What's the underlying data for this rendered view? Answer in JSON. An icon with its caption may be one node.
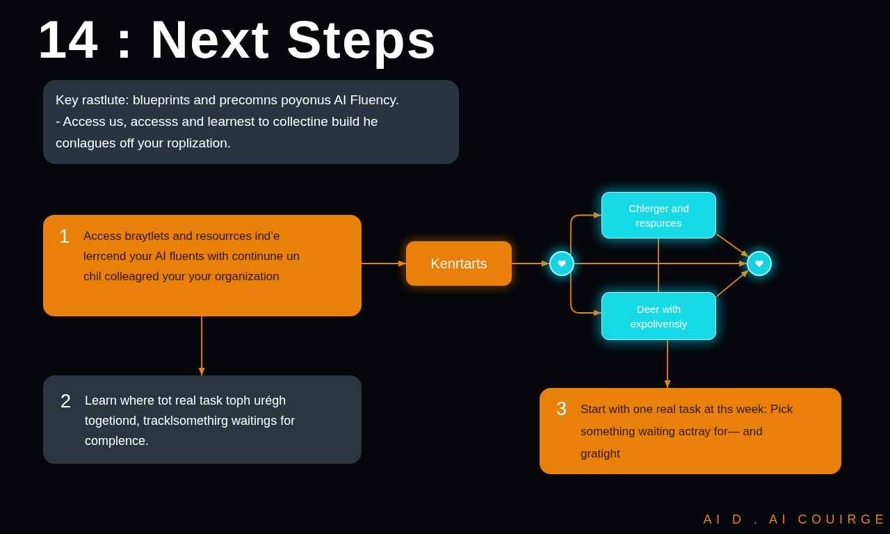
{
  "diagram": {
    "title": "14 : Next Steps",
    "nodes": [
      {
        "text": [
          "Key rastlute: blueprints and precomns poyonus AI Fluency.",
          "- Access us, accesss and learnest to collectine build he conlagues off your roplization."
        ]
      },
      {
        "text": [
          "1",
          "Access braytlets and resourrces ind’e lerrcend your AI fluents with continune un chil colleagred your your organization"
        ]
      },
      {
        "text": [
          "Kenrtarts"
        ]
      },
      {
        "text": [],
        "shape": "circle"
      },
      {
        "text": [
          "Chlerger and respurces"
        ]
      },
      {
        "text": [
          "Deer with expolivensiy"
        ]
      },
      {
        "text": [],
        "shape": "circle"
      },
      {
        "text": [
          "2",
          "Learn where tot real task toph urégh togetiond, tracklsomethirg waitings for complence."
        ]
      },
      {
        "text": [
          "3",
          "Start with one real task at ths week: Pick something waiting actray for— and gratight"
        ]
      }
    ],
    "edges": [
      {
        "from": 1,
        "to": 2,
        "arrow": "to"
      },
      {
        "from": 2,
        "to": 3,
        "arrow": "to"
      },
      {
        "from": 3,
        "to": 4,
        "arrow": "to"
      },
      {
        "from": 3,
        "to": 5,
        "arrow": "to"
      },
      {
        "from": 3,
        "to": 6,
        "arrow": "to"
      },
      {
        "from": 4,
        "to": 6,
        "arrow": "to"
      },
      {
        "from": 5,
        "to": 6,
        "arrow": "to"
      },
      {
        "from": 4,
        "to": 5,
        "arrow": "none"
      },
      {
        "from": 1,
        "to": 7,
        "arrow": "to"
      },
      {
        "from": 5,
        "to": 8,
        "arrow": "to"
      }
    ],
    "labels": [
      "AI D . AI COUIRGE"
    ]
  }
}
